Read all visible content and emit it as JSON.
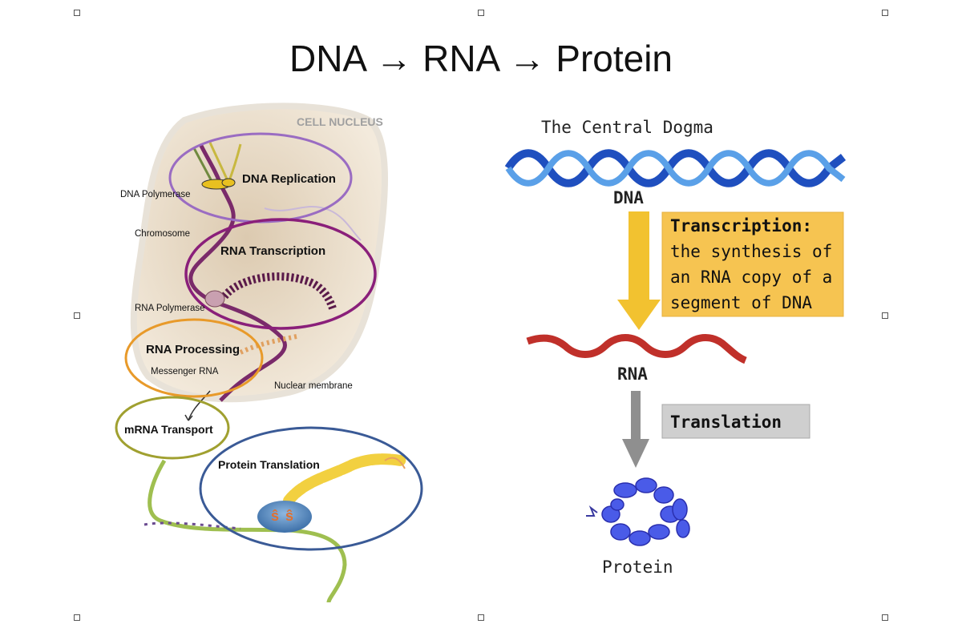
{
  "title": "DNA → RNA → Protein",
  "left": {
    "cell_nucleus": "CELL NUCLEUS",
    "dna_replication": "DNA Replication",
    "dna_polymerase": "DNA Polymerase",
    "chromosome": "Chromosome",
    "rna_transcription": "RNA Transcription",
    "rna_polymerase": "RNA Polymerase",
    "rna_processing": "RNA Processing",
    "messenger_rna": "Messenger RNA",
    "nuclear_membrane": "Nuclear membrane",
    "mrna_transport": "mRNA Transport",
    "protein_translation": "Protein Translation"
  },
  "right": {
    "heading": "The Central Dogma",
    "dna": "DNA",
    "transcription_title": "Transcription:",
    "transcription_line1": "the synthesis of",
    "transcription_line2": "an RNA copy of a",
    "transcription_line3": "segment of DNA",
    "rna": "RNA",
    "translation": "Translation",
    "protein": "Protein"
  },
  "colors": {
    "dna_helix": "#1f4fbf",
    "rna_strand": "#c0302a",
    "transcription_arrow": "#f2c230",
    "transcription_box": "#f6c451",
    "translation_box": "#cfcfcf",
    "protein": "#4a5be8",
    "nucleus": "#ead8c0",
    "ellipse_replication": "#9a6cc2",
    "ellipse_transcription": "#8a1f7a",
    "ellipse_processing": "#e89a2a",
    "ellipse_transport": "#a0a030",
    "ellipse_translation": "#3a5a96"
  }
}
